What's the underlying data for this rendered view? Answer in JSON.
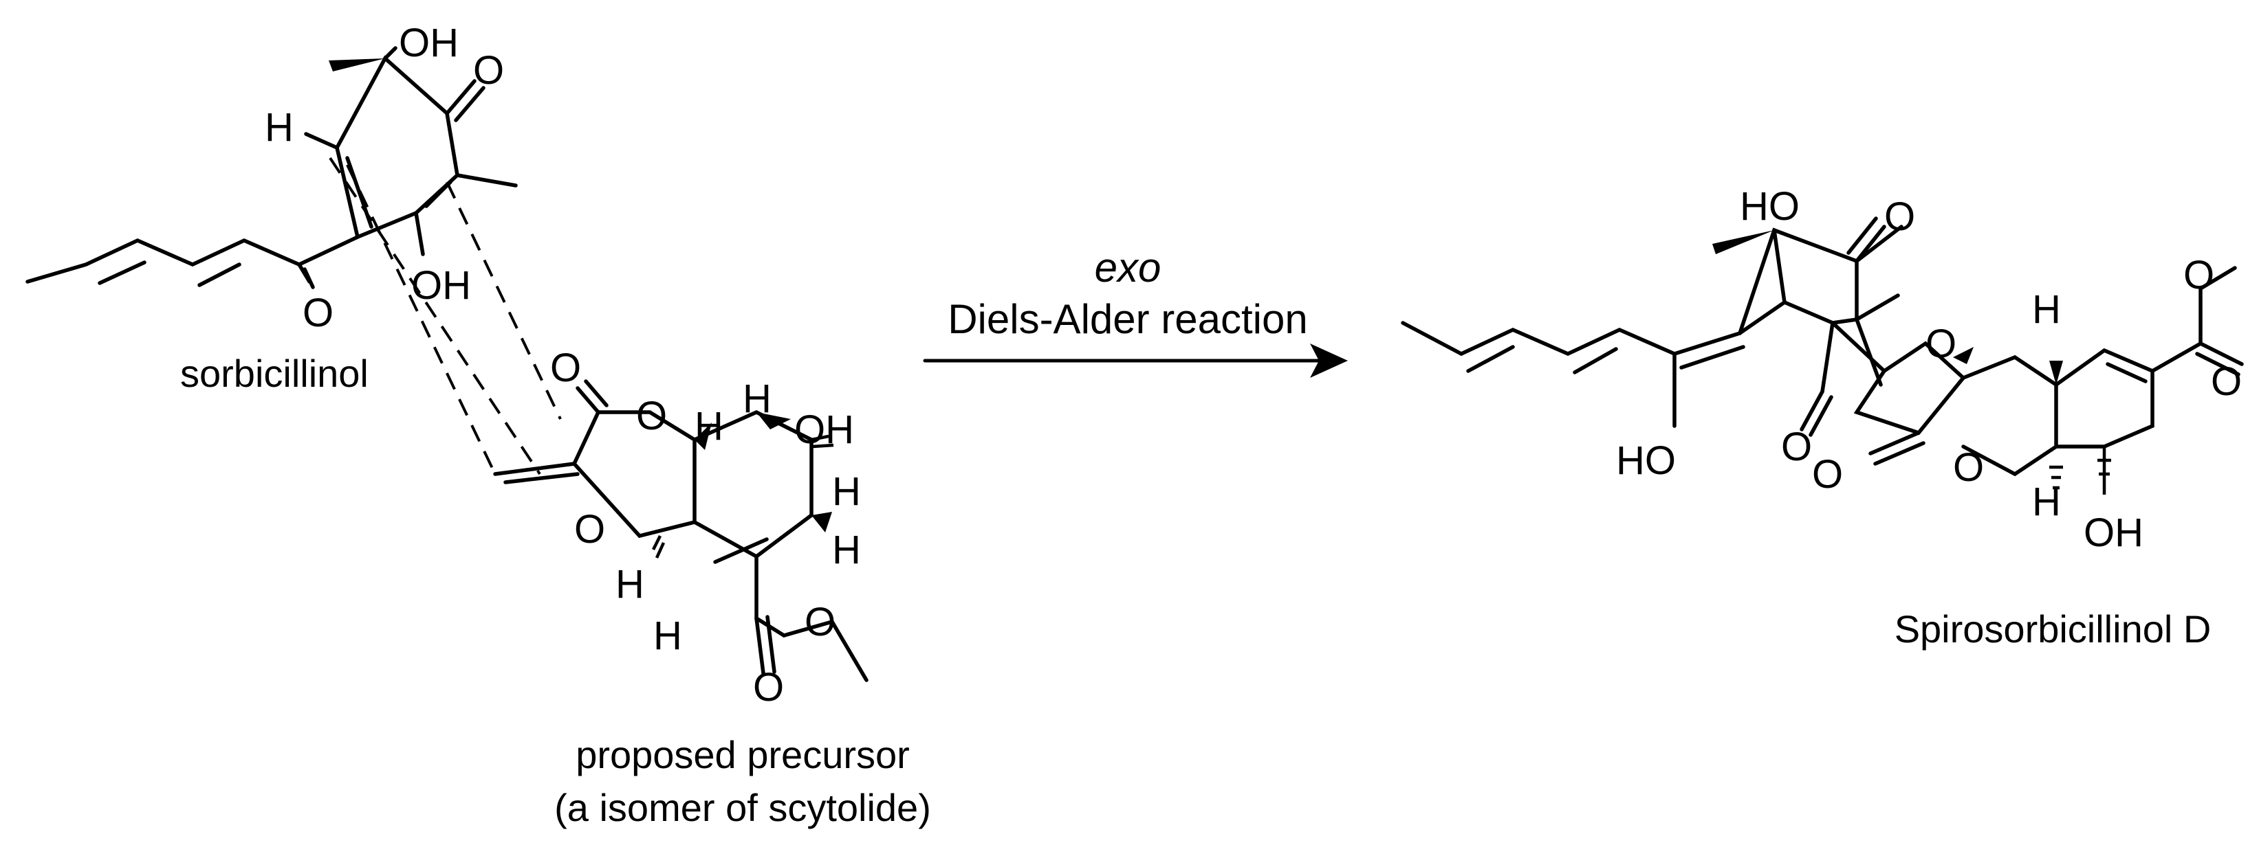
{
  "scheme": {
    "sorbicillinol": {
      "name": "sorbicillinol",
      "atoms": {
        "oh_top": "OH",
        "o_ketone": "O",
        "h_vinyl": "H",
        "oh_bottom": "OH",
        "o_sidechain": "O"
      }
    },
    "precursor": {
      "name_line1": "proposed precursor",
      "name_line2": "(a isomer of scytolide)",
      "atoms": {
        "o_carbonyl": "O",
        "o_ring_top": "O",
        "o_ring_bottom": "O",
        "h1": "H",
        "h2": "H",
        "h3": "H",
        "h4": "H",
        "h5": "H",
        "h6": "H",
        "oh": "OH",
        "o_ester": "O",
        "o_ester_carbonyl": "O"
      }
    },
    "arrow": {
      "label_italic": "exo",
      "label": "Diels-Alder reaction"
    },
    "product": {
      "name": "Spirosorbicillinol D",
      "atoms": {
        "ho_top": "HO",
        "o_ketone": "O",
        "o_bridge": "O",
        "ho_enol": "HO",
        "o_lactone_carbonyl": "O",
        "o_lactone": "O",
        "o_dioxane": "O",
        "h_top": "H",
        "h_bottom": "H",
        "oh_bottom": "OH",
        "o_ester": "O",
        "o_ester_carbonyl": "O"
      }
    }
  }
}
